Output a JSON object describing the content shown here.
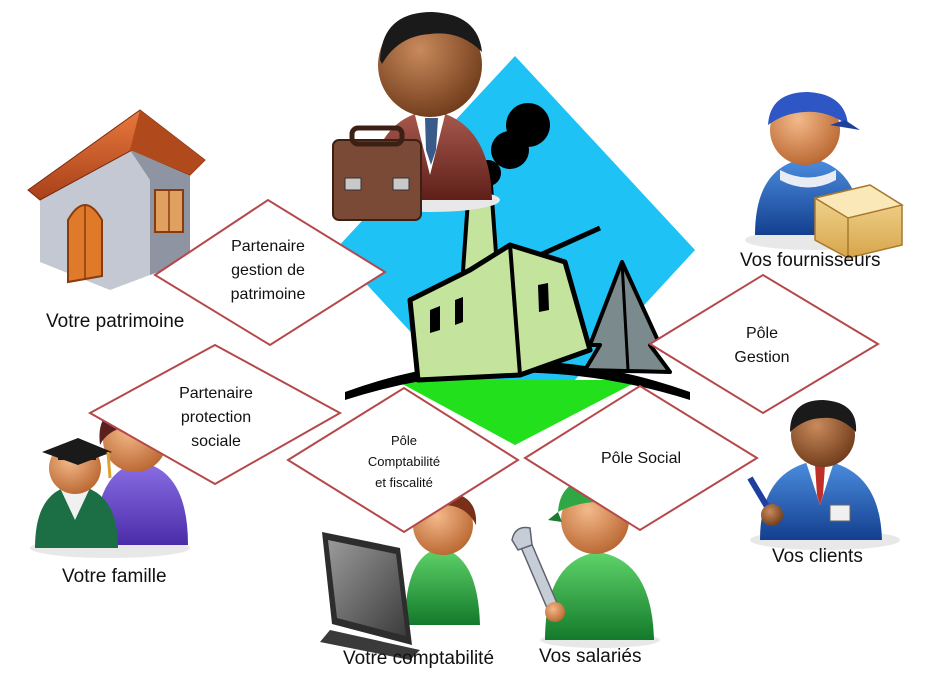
{
  "center": {
    "diamond_color": "#1ec2f4",
    "ground_color": "#22e01b",
    "factory_color": "#c4e39c"
  },
  "diamond_border_color": "#b5484a",
  "diamonds": [
    {
      "lines": [
        "Partenaire",
        "gestion de",
        "patrimoine"
      ]
    },
    {
      "lines": [
        "Partenaire",
        "protection",
        "sociale"
      ]
    },
    {
      "lines": [
        "Pôle",
        "Comptabilité",
        "et fiscalité"
      ]
    },
    {
      "lines": [
        "Pôle Social"
      ]
    },
    {
      "lines": [
        "Pôle",
        "Gestion"
      ]
    }
  ],
  "stakeholders": [
    {
      "label": "Votre patrimoine",
      "icon": "house-icon"
    },
    {
      "label": "Votre famille",
      "icon": "family-icon"
    },
    {
      "label": "Votre comptabilité",
      "icon": "accountant-computer-icon"
    },
    {
      "label": "Vos salariés",
      "icon": "worker-wrench-icon"
    },
    {
      "label": "Vos clients",
      "icon": "client-businessman-icon"
    },
    {
      "label": "Vos fournisseurs",
      "icon": "delivery-man-boxes-icon"
    }
  ]
}
